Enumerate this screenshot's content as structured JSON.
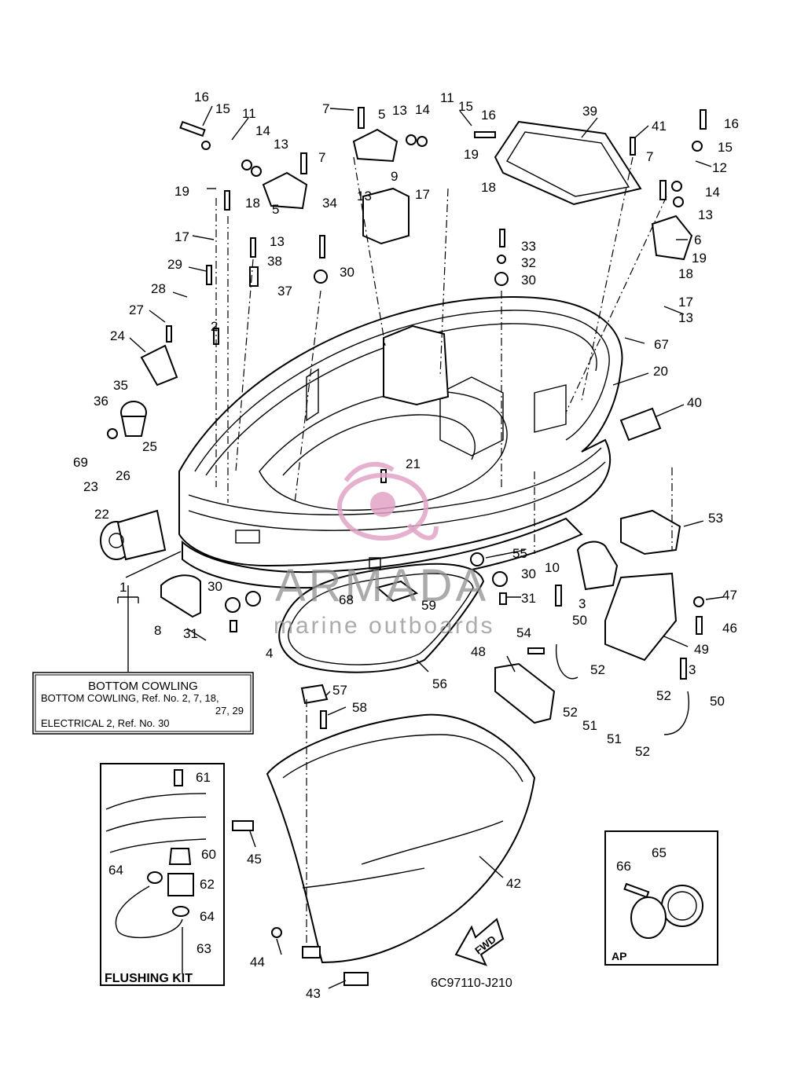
{
  "callouts": [
    "1",
    "2",
    "3",
    "4",
    "5",
    "6",
    "7",
    "8",
    "9",
    "10",
    "11",
    "12",
    "13",
    "14",
    "15",
    "16",
    "17",
    "18",
    "19",
    "20",
    "21",
    "22",
    "23",
    "24",
    "25",
    "26",
    "27",
    "28",
    "29",
    "30",
    "31",
    "32",
    "33",
    "34",
    "35",
    "36",
    "37",
    "38",
    "39",
    "40",
    "41",
    "42",
    "43",
    "44",
    "45",
    "46",
    "47",
    "48",
    "49",
    "50",
    "51",
    "52",
    "53",
    "54",
    "55",
    "56",
    "57",
    "58",
    "59",
    "60",
    "61",
    "62",
    "63",
    "64",
    "65",
    "66",
    "67",
    "68",
    "69"
  ],
  "info_box": {
    "title": "BOTTOM  COWLING",
    "line1": "BOTTOM COWLING,  Ref. No. 2, 7, 18,",
    "line2": "27, 29",
    "line3": "ELECTRICAL 2,  Ref. No. 30"
  },
  "flushing_kit": {
    "label": "FLUSHING KIT"
  },
  "ap_box": {
    "label": "AP"
  },
  "fwd_marker": {
    "label": "FWD"
  },
  "diagram_code": "6C97110-J210",
  "watermark": {
    "brand": "ARMADA",
    "tagline": "marine outboards",
    "logo_color": "#e2a3c6",
    "text_color": "#8f8f8f"
  }
}
